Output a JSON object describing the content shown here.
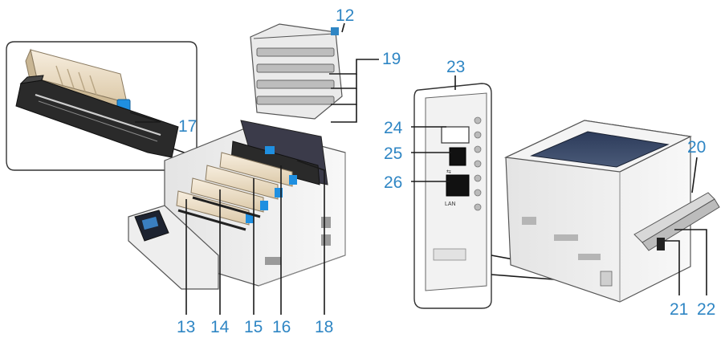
{
  "callouts": {
    "c12": "12",
    "c13": "13",
    "c14": "14",
    "c15": "15",
    "c16": "16",
    "c17": "17",
    "c18": "18",
    "c19": "19",
    "c20": "20",
    "c21": "21",
    "c22": "22",
    "c23": "23",
    "c24": "24",
    "c25": "25",
    "c26": "26"
  },
  "panel_labels": {
    "lan": "LAN",
    "usb_symbol": "⇆"
  },
  "colors": {
    "callout_blue": "#2f86c4",
    "accent_blue": "#1f8fe0",
    "drum_black": "#2a2a2a",
    "toner_beige": "#efe3cf",
    "printer_white": "#f3f3f3",
    "printer_gray": "#cfcfcf"
  },
  "icons": [
    "toner-cartridge-icon",
    "image-drum-icon",
    "printer-open-icon",
    "printer-rear-icon",
    "interface-panel-icon"
  ]
}
